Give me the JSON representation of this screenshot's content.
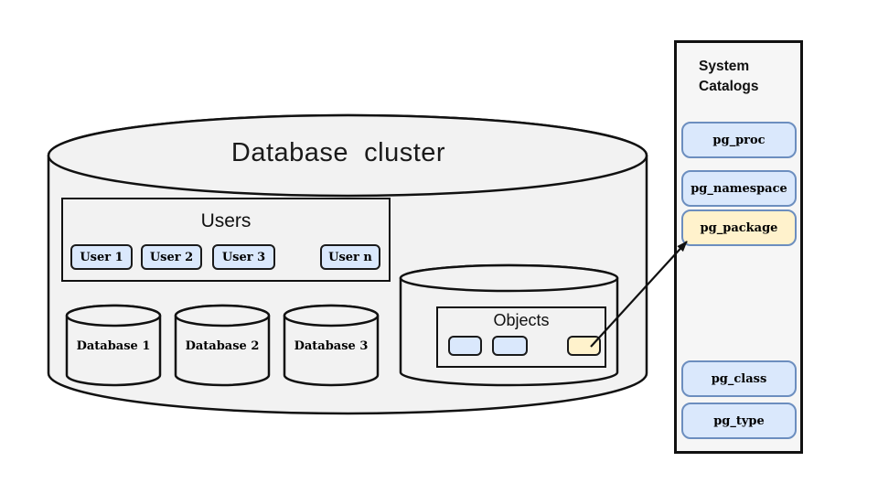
{
  "cluster": {
    "title": "Database  cluster"
  },
  "users": {
    "title": "Users",
    "items": [
      "User 1",
      "User 2",
      "User 3",
      "User n"
    ]
  },
  "databases": [
    "Database 1",
    "Database 2",
    "Database 3"
  ],
  "objects": {
    "title": "Objects"
  },
  "catalogs": {
    "title": "System Catalogs",
    "items": [
      {
        "label": "pg_proc",
        "highlight": false
      },
      {
        "label": "pg_namespace",
        "highlight": false
      },
      {
        "label": "pg_package",
        "highlight": true
      },
      {
        "label": "pg_class",
        "highlight": false
      },
      {
        "label": "pg_type",
        "highlight": false
      }
    ]
  },
  "colors": {
    "node_blue_fill": "#dae8fc",
    "node_blue_border": "#6c8ebf",
    "node_yellow_fill": "#fff2cc",
    "cylinder_fill": "#f2f2f2",
    "outline": "#000000",
    "panel_fill": "#f6f6f6"
  }
}
